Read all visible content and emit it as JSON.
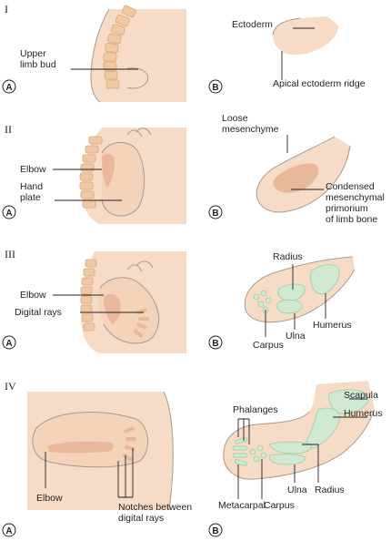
{
  "stages": [
    {
      "numeral": "I",
      "panel_a": {
        "badge": "A",
        "labels": [
          "Upper",
          "limb bud"
        ]
      },
      "panel_b": {
        "badge": "B",
        "labels": {
          "ectoderm": "Ectoderm",
          "ridge": "Apical ectoderm ridge"
        }
      }
    },
    {
      "numeral": "II",
      "panel_a": {
        "badge": "A",
        "labels": {
          "elbow": "Elbow",
          "hand": [
            "Hand",
            "plate"
          ]
        }
      },
      "panel_b": {
        "badge": "B",
        "labels": {
          "loose": [
            "Loose",
            "mesenchyme"
          ],
          "condensed": [
            "Condensed",
            "mesenchymal",
            "primorium",
            "of limb bone"
          ]
        }
      }
    },
    {
      "numeral": "III",
      "panel_a": {
        "badge": "A",
        "labels": {
          "elbow": "Elbow",
          "digital": "Digital rays"
        }
      },
      "panel_b": {
        "badge": "B",
        "labels": {
          "radius": "Radius",
          "humerus": "Humerus",
          "carpus": "Carpus",
          "ulna": "Ulna"
        }
      }
    },
    {
      "numeral": "IV",
      "panel_a": {
        "badge": "A",
        "labels": {
          "elbow": "Elbow",
          "notches": [
            "Notches between",
            "digital rays"
          ]
        }
      },
      "panel_b": {
        "badge": "B",
        "labels": {
          "phalanges": "Phalanges",
          "scapula": "Scapula",
          "humerus": "Humerus",
          "metacarpal": "Metacarpal",
          "carpus": "Carpus",
          "ulna": "Ulna",
          "radius": "Radius"
        }
      }
    }
  ],
  "colors": {
    "skin": "#f6dcc6",
    "mesenchyme": "#e9b89a",
    "bone": "#cfe9d3",
    "vertebra": "#f0c8a4"
  }
}
